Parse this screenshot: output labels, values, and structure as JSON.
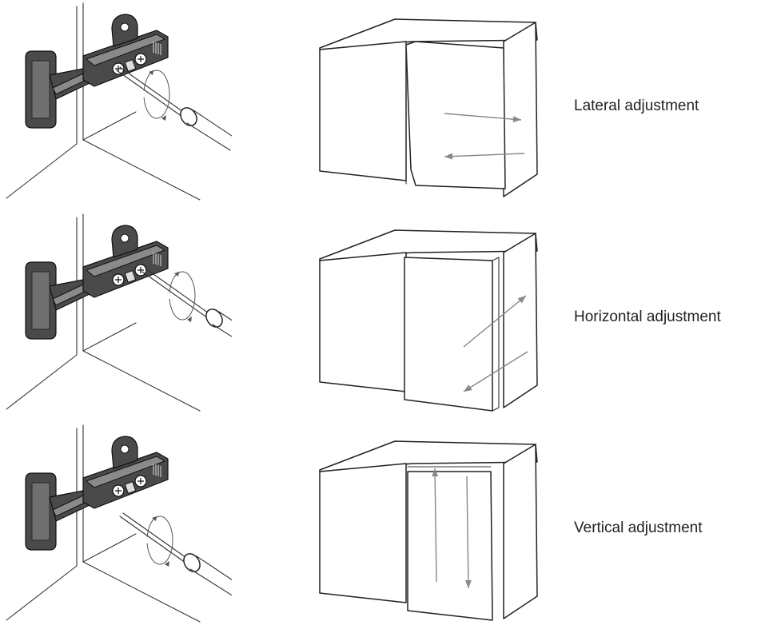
{
  "rows": [
    {
      "label": "Lateral adjustment",
      "mode": "lateral"
    },
    {
      "label": "Horizontal adjustment",
      "mode": "horizontal"
    },
    {
      "label": "Vertical adjustment",
      "mode": "vertical"
    }
  ],
  "colors": {
    "line": "#333333",
    "hinge_dark": "#4a4a4a",
    "arrow": "#888888"
  },
  "icons": [
    "hinge-icon",
    "screwdriver-icon",
    "rotation-arrow-icon",
    "cabinet-icon",
    "direction-arrow-icon"
  ]
}
